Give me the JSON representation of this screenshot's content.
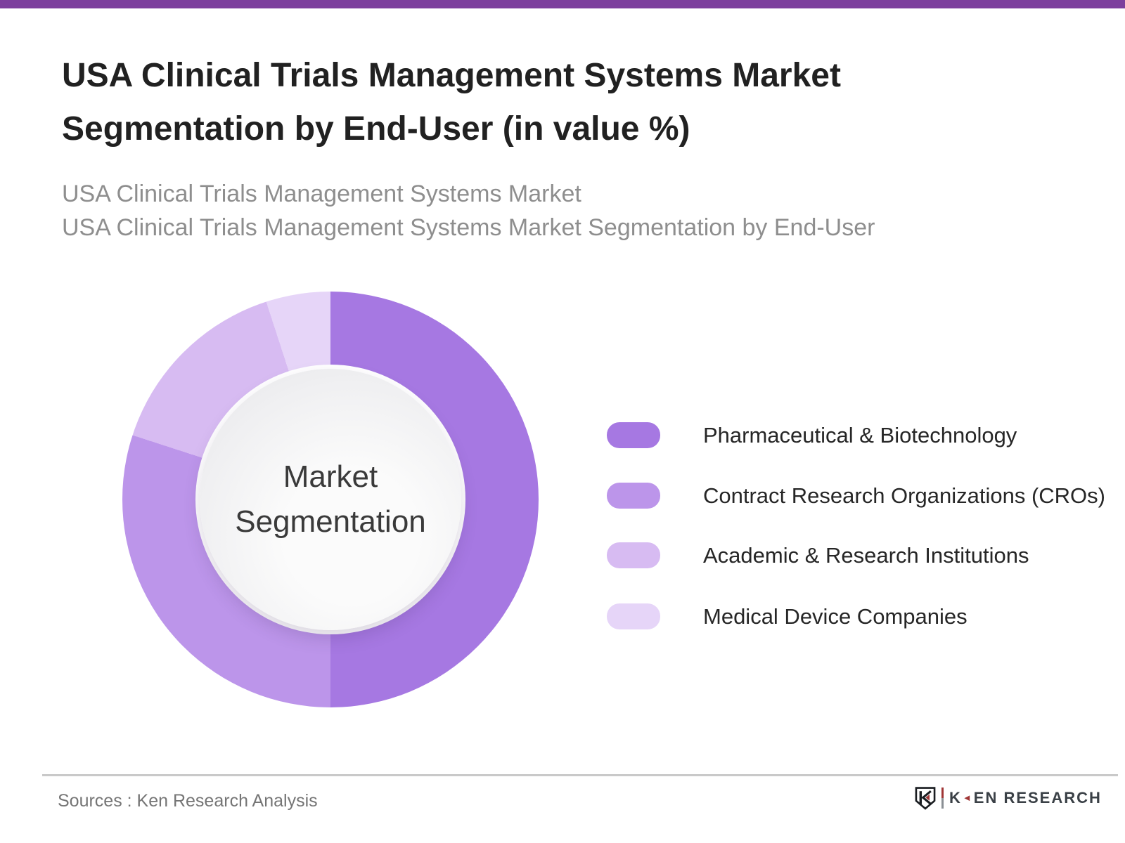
{
  "top_bar": {
    "color": "#7d3f9d"
  },
  "header": {
    "title": "USA Clinical Trials Management Systems Market Segmentation by End-User (in value %)",
    "subtitle_line1": "USA Clinical Trials Management Systems Market",
    "subtitle_line2": "USA Clinical Trials Management Systems Market Segmentation by End-User"
  },
  "chart_data": {
    "type": "pie",
    "subtype": "donut",
    "title": "USA Clinical Trials Management Systems Market Segmentation by End-User (in value %)",
    "center_label": "Market Segmentation",
    "unit": "value %",
    "legend_position": "right",
    "start_angle_deg": 0,
    "direction": "clockwise",
    "categories": [
      "Pharmaceutical & Biotechnology",
      "Contract Research Organizations (CROs)",
      "Academic & Research Institutions",
      "Medical Device Companies"
    ],
    "values": [
      50,
      30,
      15,
      5
    ],
    "segments": [
      {
        "label": "Pharmaceutical & Biotechnology",
        "value": 50,
        "color": "#a678e2"
      },
      {
        "label": "Contract Research Organizations (CROs)",
        "value": 30,
        "color": "#bc95ea"
      },
      {
        "label": "Academic & Research Institutions",
        "value": 15,
        "color": "#d7bbf2"
      },
      {
        "label": "Medical Device Companies",
        "value": 5,
        "color": "#e6d5f8"
      }
    ]
  },
  "footer": {
    "source_text": "Sources : Ken Research Analysis",
    "logo": {
      "brand": "KEN RESEARCH",
      "brand_k": "K",
      "brand_rest": "EN RESEARCH",
      "accent_color": "#a03636"
    }
  }
}
